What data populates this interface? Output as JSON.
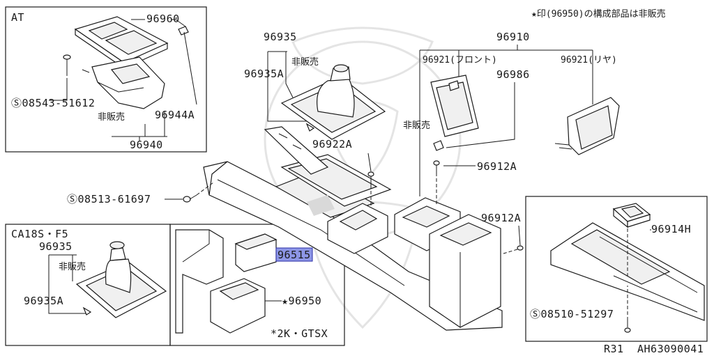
{
  "header_note": "★印(96950)の構成部品は非販売",
  "footer": {
    "model": "R31",
    "code": "AH63090041"
  },
  "insets": {
    "at": {
      "label": "AT"
    },
    "ca18s": {
      "label": "CA18S・F5"
    },
    "gtsx": {
      "label": "*2K・GTSX"
    }
  },
  "labels": {
    "p96960": "96960",
    "p08543": "08543-51612",
    "at_not_sold": "非販売",
    "p96944a": "96944A",
    "p96940": "96940",
    "p96935": "96935",
    "main_not_sold": "非販売",
    "p96935a": "96935A",
    "p96910": "96910",
    "p96921f": "96921(フロント)",
    "p96921r": "96921(リヤ)",
    "p96986": "96986",
    "right_not_sold": "非販売",
    "p96922a": "96922A",
    "p96912a_top": "96912A",
    "p08513": "08513-61697",
    "p96912a_mid": "96912A",
    "ca_96935": "96935",
    "ca_not_sold": "非販売",
    "ca_96935a": "96935A",
    "p96515": "96515",
    "p96950": "★96950",
    "p96914h": "96914H",
    "p08510": "08510-51297"
  }
}
